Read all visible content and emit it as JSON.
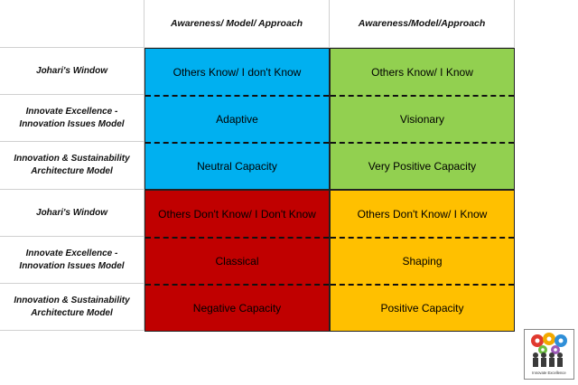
{
  "headers": {
    "col1": "Awareness/ Model/ Approach",
    "col2": "Awareness/Model/Approach"
  },
  "row_labels": [
    "Johari's Window",
    "Innovate Excellence - Innovation Issues Model",
    "Innovation & Sustainability Architecture Model",
    "Johari's Window",
    "Innovate Excellence - Innovation Issues Model",
    "Innovation & Sustainability Architecture Model"
  ],
  "quadrants": {
    "top_left": {
      "color": "#00b0f0",
      "cells": [
        "Others Know/ I don't Know",
        "Adaptive",
        "Neutral Capacity"
      ]
    },
    "top_right": {
      "color": "#92d050",
      "cells": [
        "Others Know/ I Know",
        "Visionary",
        "Very Positive Capacity"
      ]
    },
    "bottom_left": {
      "color": "#c00000",
      "cells": [
        "Others Don't Know/ I Don't Know",
        "Classical",
        "Negative Capacity"
      ]
    },
    "bottom_right": {
      "color": "#ffc000",
      "cells": [
        "Others Don't Know/ I Know",
        "Shaping",
        "Positive Capacity"
      ]
    }
  },
  "logo": {
    "icon": "gears-people-logo-icon",
    "text": "Innovate Excellence"
  }
}
